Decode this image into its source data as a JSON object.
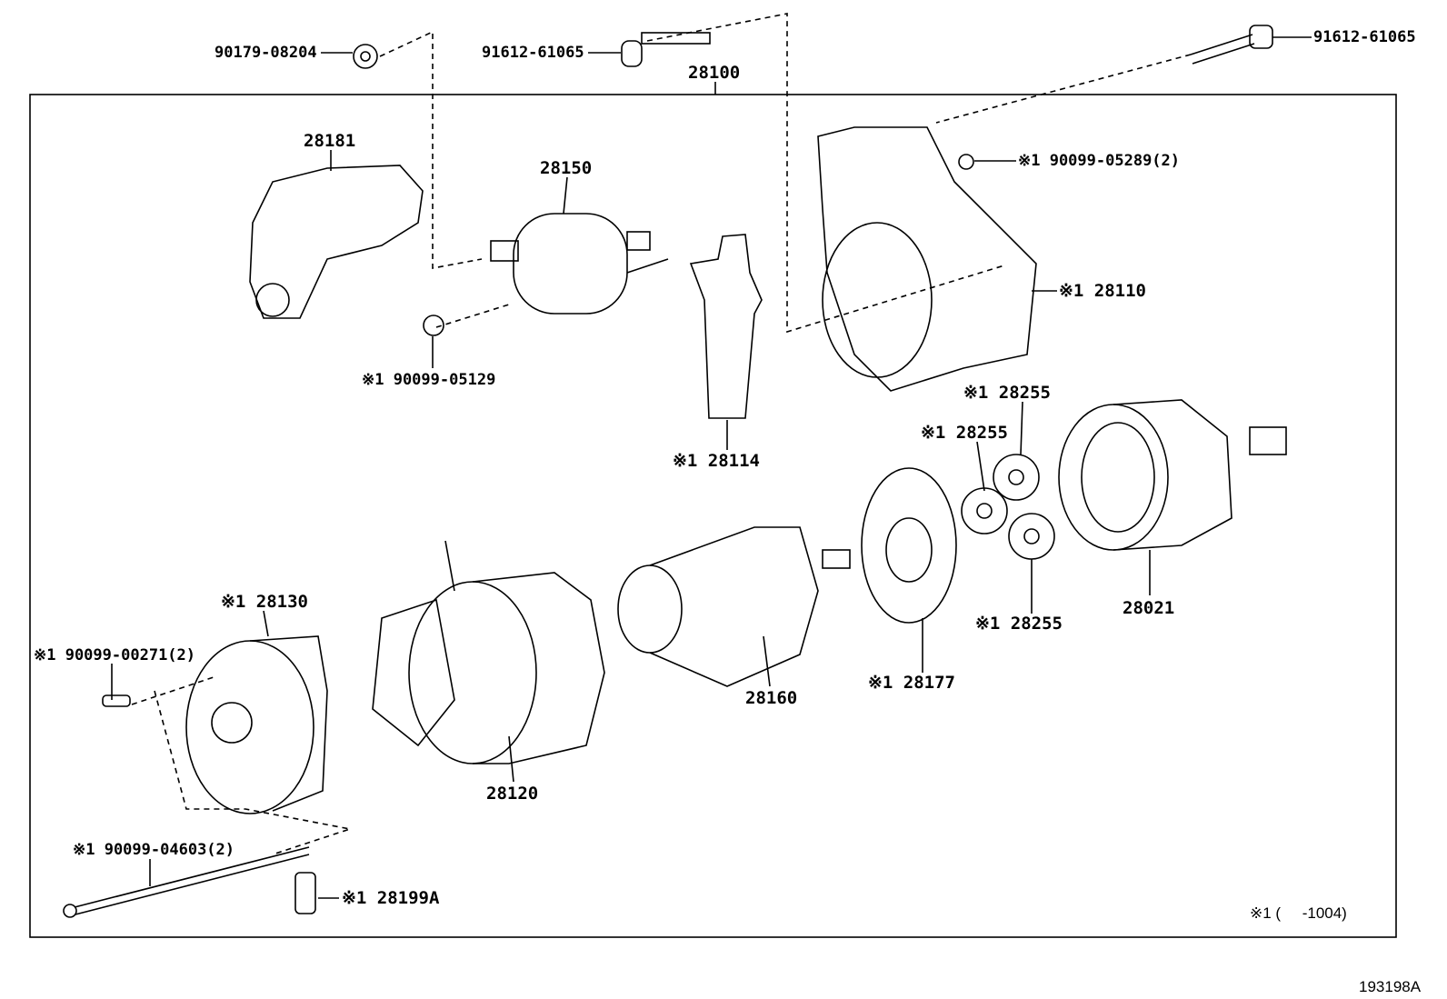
{
  "diagram_id": "193198A",
  "footnote": "※1 (     -1004)",
  "assembly": "28100",
  "callouts": {
    "c_90179_08204": "90179-08204",
    "c_91612_61065_a": "91612-61065",
    "c_91612_61065_b": "91612-61065",
    "c_28100": "28100",
    "c_28181": "28181",
    "c_28150": "28150",
    "c_90099_05289": "※1 90099-05289(2)",
    "c_28110": "※1 28110",
    "c_90099_05129": "※1 90099-05129",
    "c_28114": "※1 28114",
    "c_28255_a": "※1 28255",
    "c_28255_b": "※1 28255",
    "c_28255_c": "※1 28255",
    "c_28021": "28021",
    "c_28130": "※1 28130",
    "c_90099_00271": "※1 90099-00271(2)",
    "c_28160": "28160",
    "c_28177": "※1 28177",
    "c_28120": "28120",
    "c_90099_04603": "※1 90099-04603(2)",
    "c_28199A": "※1 28199A"
  }
}
